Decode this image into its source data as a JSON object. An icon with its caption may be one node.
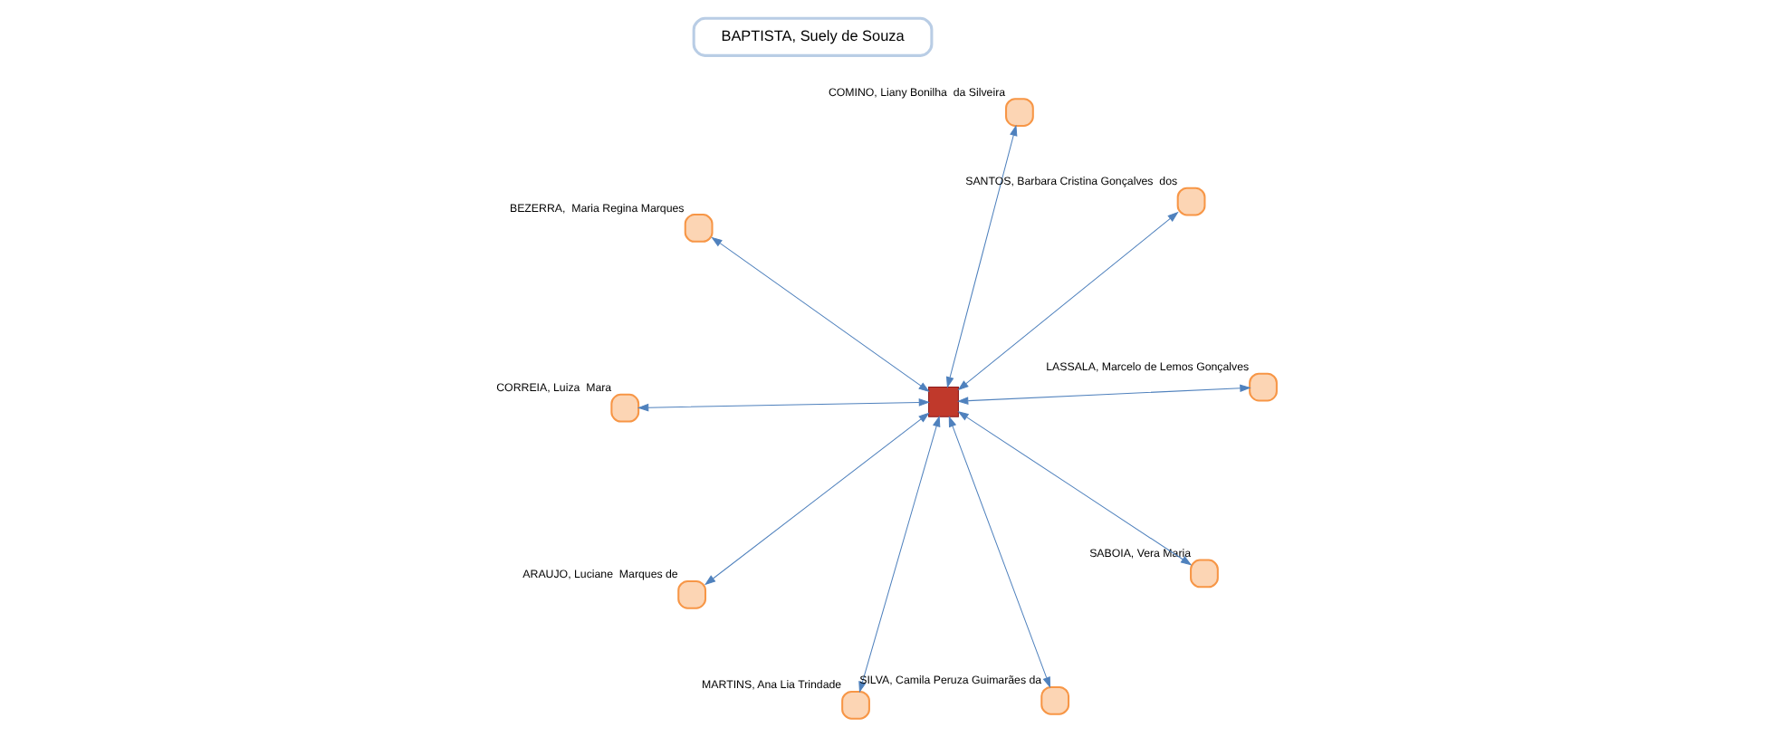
{
  "diagram": {
    "nodes": [
      {
        "text": [],
        "shape": "box",
        "beside": [
          "COMINO, Liany Bonilha  da Silveira"
        ]
      },
      {
        "text": [],
        "shape": "box",
        "beside": [
          "MARTINS, Ana Lia Trindade"
        ]
      },
      {
        "text": [],
        "shape": "box",
        "beside": [
          "SABOIA, Vera Maria"
        ]
      },
      {
        "text": [],
        "shape": "box"
      },
      {
        "text": [
          "BAPTISTA, Suely de Souza"
        ]
      },
      {
        "text": [],
        "shape": "box",
        "beside": [
          "ARAUJO, Luciane  Marques de"
        ]
      },
      {
        "text": [],
        "shape": "box",
        "beside": [
          "SANTOS, Barbara Cristina Gonçalves  dos"
        ]
      },
      {
        "text": [],
        "shape": "box",
        "beside": [
          "BEZERRA,  Maria Regina Marques"
        ]
      },
      {
        "text": [],
        "shape": "box",
        "beside": [
          "CORREIA, Luiza  Mara"
        ]
      },
      {
        "text": [],
        "shape": "box",
        "beside": [
          "SILVA, Camila Peruza Guimarães da"
        ]
      },
      {
        "text": [],
        "shape": "box",
        "beside": [
          "LASSALA, Marcelo de Lemos Gonçalves"
        ]
      }
    ],
    "edges": [
      {
        "from": 3,
        "to": 0,
        "arrow": "both"
      },
      {
        "from": 3,
        "to": 1,
        "arrow": "both"
      },
      {
        "from": 3,
        "to": 2,
        "arrow": "both"
      },
      {
        "from": 3,
        "to": 5,
        "arrow": "both"
      },
      {
        "from": 3,
        "to": 6,
        "arrow": "both"
      },
      {
        "from": 3,
        "to": 7,
        "arrow": "both"
      },
      {
        "from": 3,
        "to": 8,
        "arrow": "both"
      },
      {
        "from": 3,
        "to": 9,
        "arrow": "both"
      },
      {
        "from": 3,
        "to": 10,
        "arrow": "both"
      }
    ]
  }
}
